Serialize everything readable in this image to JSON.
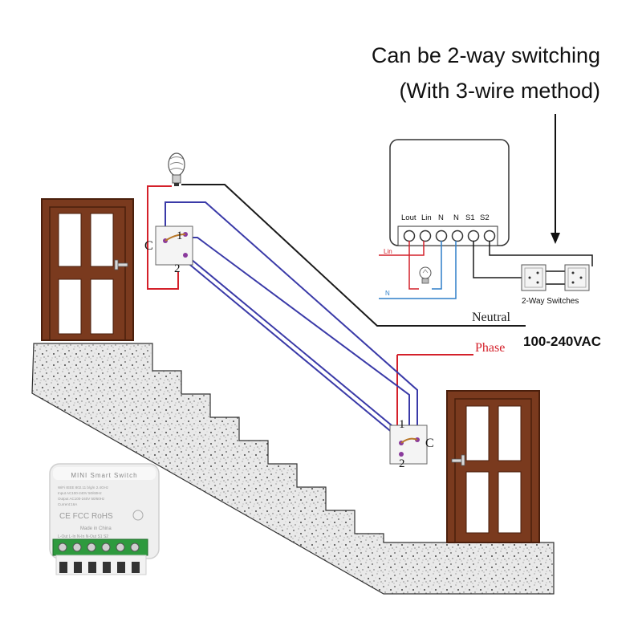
{
  "heading": {
    "line1": "Can be 2-way switching",
    "line2": "(With 3-wire method)"
  },
  "terminals": [
    "Lout",
    "Lin",
    "N",
    "N",
    "S1",
    "S2"
  ],
  "wire_labels": {
    "lin": "Lin",
    "n": "N",
    "neutral": "Neutral",
    "phase": "Phase",
    "voltage": "100-240VAC"
  },
  "two_way_caption": "2-Way Switches",
  "switch_top": {
    "c": "C",
    "one": "1",
    "two": "2"
  },
  "switch_bottom": {
    "c": "C",
    "one": "1",
    "two": "2"
  },
  "device": {
    "brand": "MINI Smart Switch",
    "spec1": "WiFi IEEE 802.11 b/g/n 2.4GHz",
    "spec2": "Input AC100-240V 50/60Hz",
    "spec3": "Output AC100-240V 50/60Hz",
    "spec4": "Current:16A",
    "marks": "CE FCC RoHS",
    "origin": "Made in China",
    "terminals": "L-Out  L-In  N-In  N-Out  S1  S2"
  },
  "colors": {
    "live": "#d4202a",
    "neutral": "#1a1a1a",
    "traveller": "#3a3aa8",
    "traveller_light": "#2e7fc9",
    "door": "#7a3a1e",
    "door_dark": "#4a1f0c",
    "stone": "#c8c8c8"
  }
}
